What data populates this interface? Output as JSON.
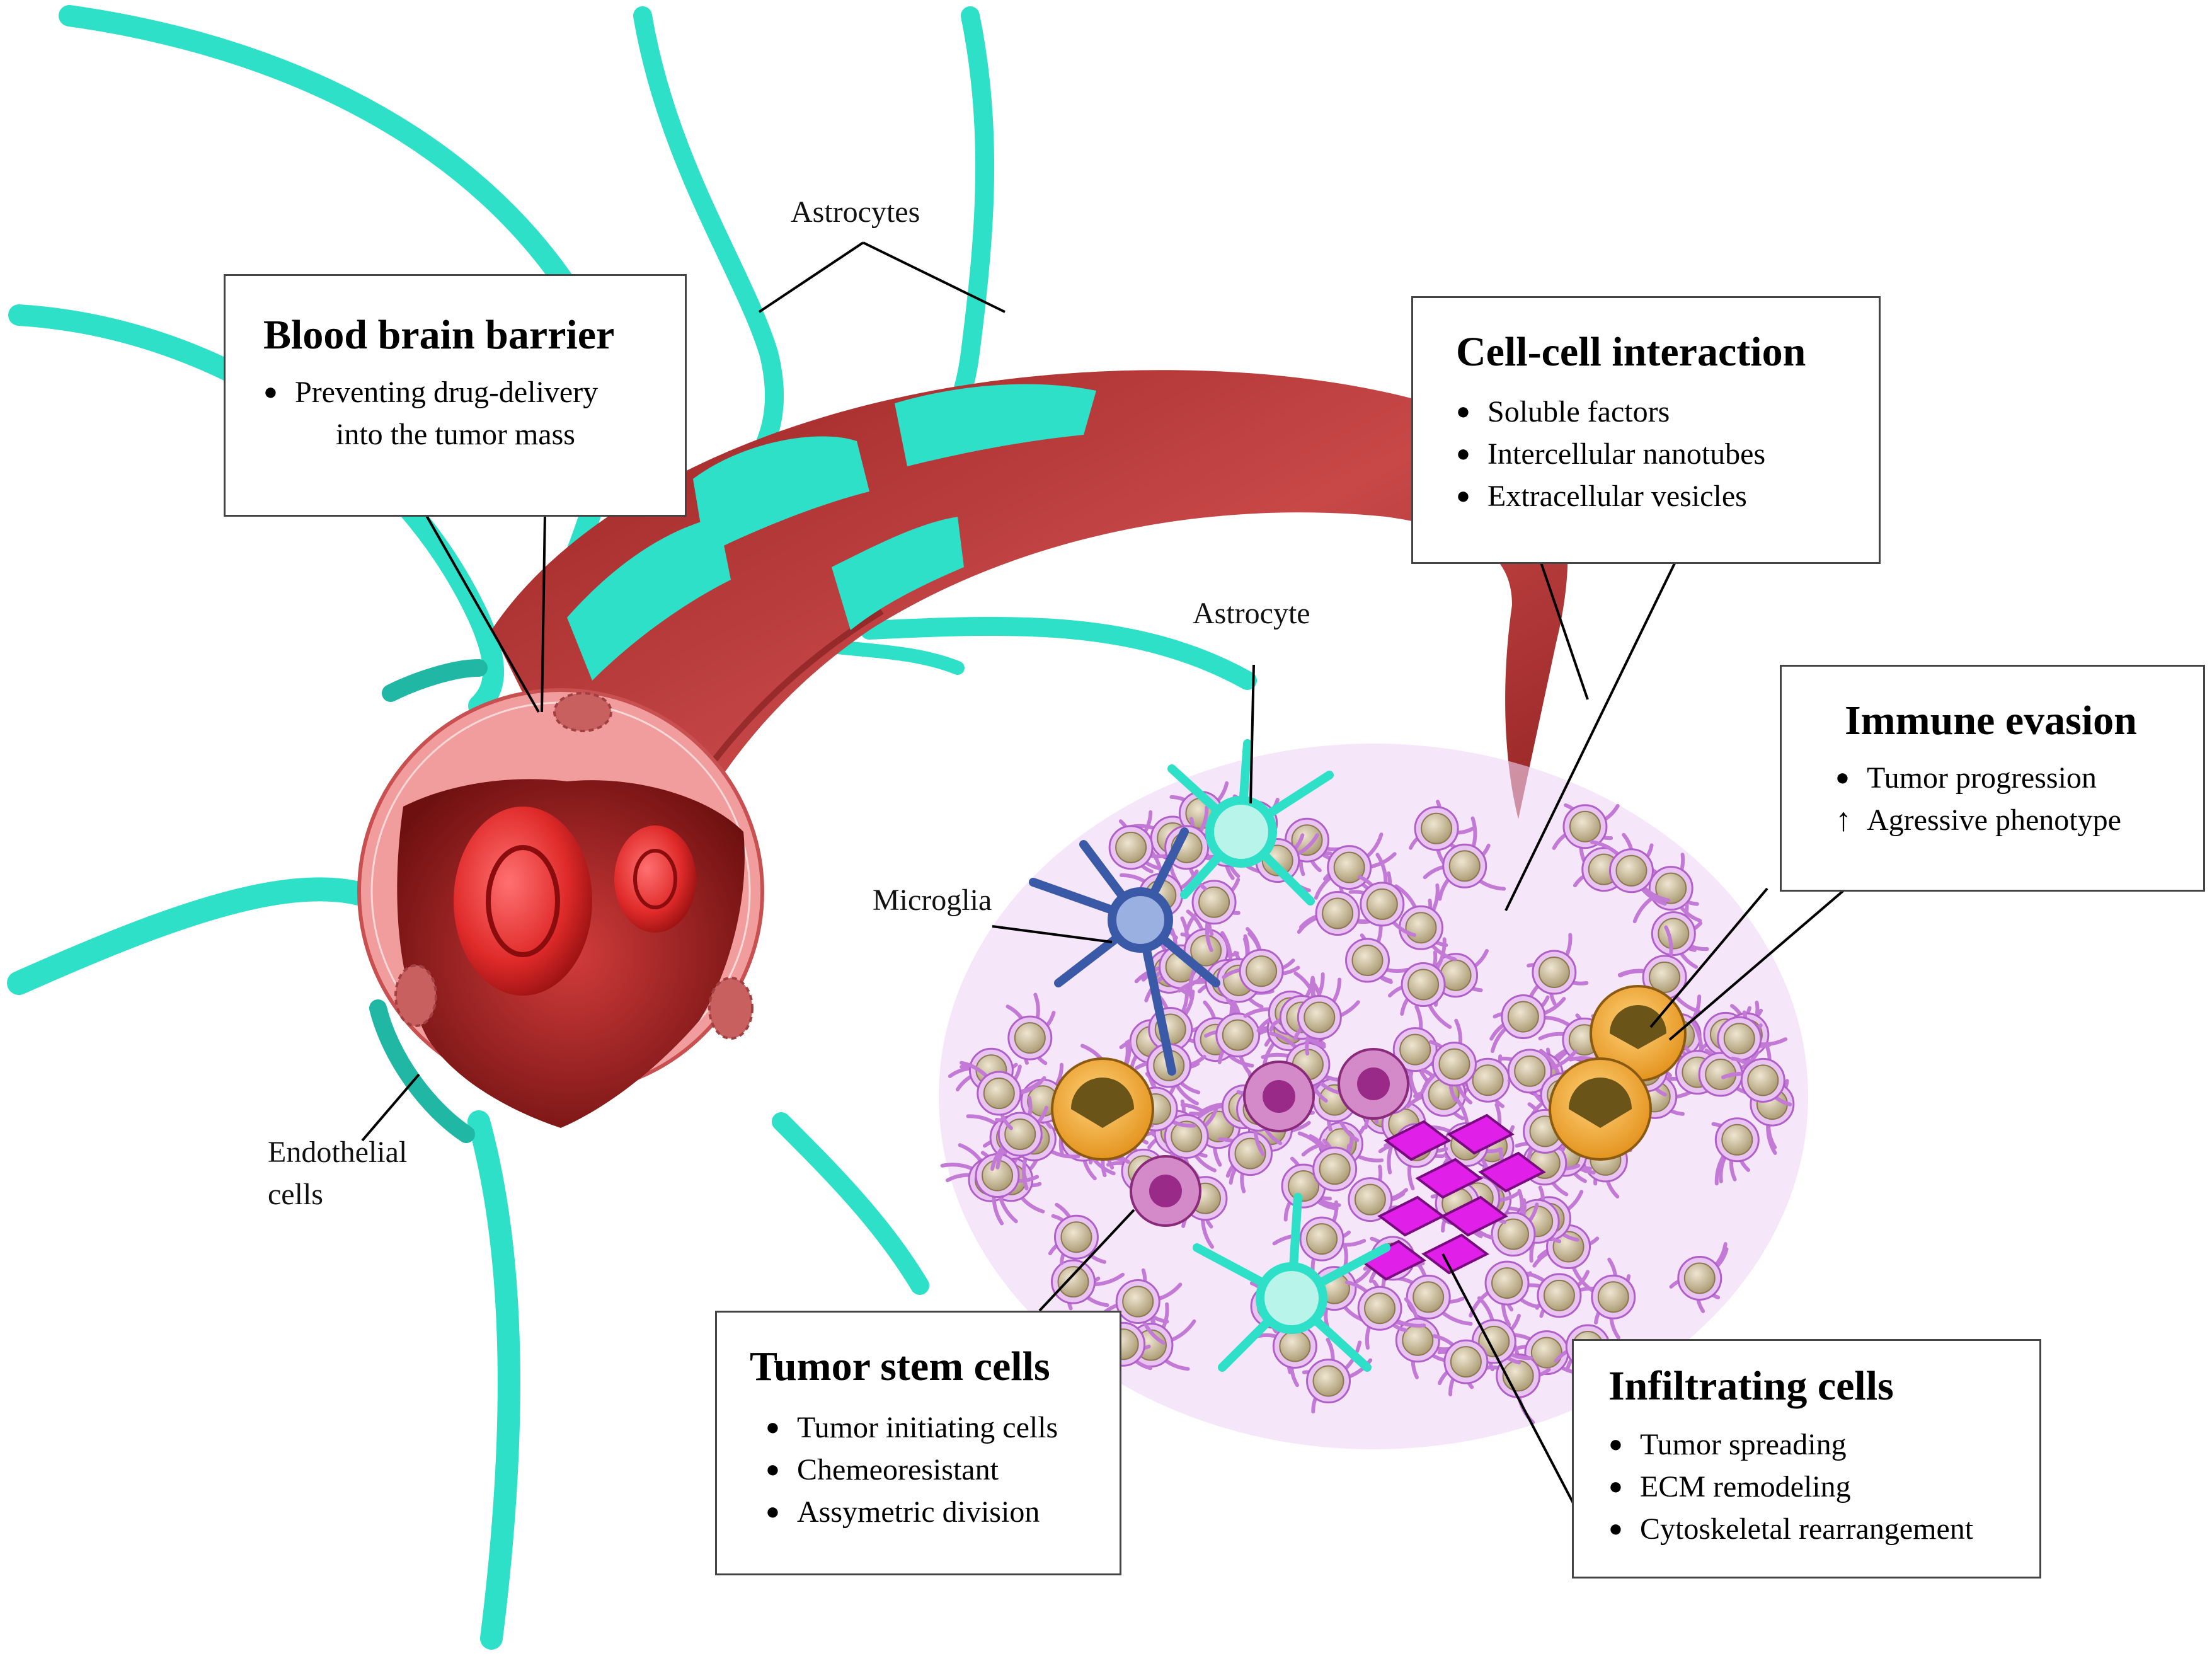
{
  "labels": {
    "astrocytes": "Astrocytes",
    "astrocyte": "Astrocyte",
    "microglia": "Microglia",
    "endothelial_line1": "Endothelial",
    "endothelial_line2": "cells"
  },
  "boxes": {
    "bbb": {
      "title": "Blood brain barrier",
      "items": [
        "Preventing drug-delivery",
        "into the tumor mass"
      ]
    },
    "cell_interaction": {
      "title": "Cell-cell interaction",
      "items": [
        "Soluble factors",
        "Intercellular nanotubes",
        "Extracellular vesicles"
      ]
    },
    "immune": {
      "title": "Immune evasion",
      "items": [
        "Tumor progression",
        "Agressive phenotype"
      ]
    },
    "stem": {
      "title": "Tumor stem cells",
      "items": [
        "Tumor initiating cells",
        "Chemeoresistant",
        "Assymetric division"
      ]
    },
    "infiltrating": {
      "title": "Infiltrating cells",
      "items": [
        "Tumor spreading",
        "ECM remodeling",
        "Cytoskeletal rearrangement"
      ]
    }
  },
  "colors": {
    "astrocyte": "#2ee0c8",
    "astrocyte_dark": "#20b8a4",
    "vessel": "#b83a3a",
    "vessel_dark": "#7a1818",
    "vessel_wall": "#f0a0a0",
    "rbc": "#e02a2a",
    "tumor_cell": "#e6b8f0",
    "tumor_outline": "#b060c8",
    "nucleus": "#cfc2a4",
    "macrophage": "#f4a020",
    "infiltrating": "#e020e8",
    "microglia": "#3a5aa8",
    "stem_cell": "#c060a0"
  }
}
